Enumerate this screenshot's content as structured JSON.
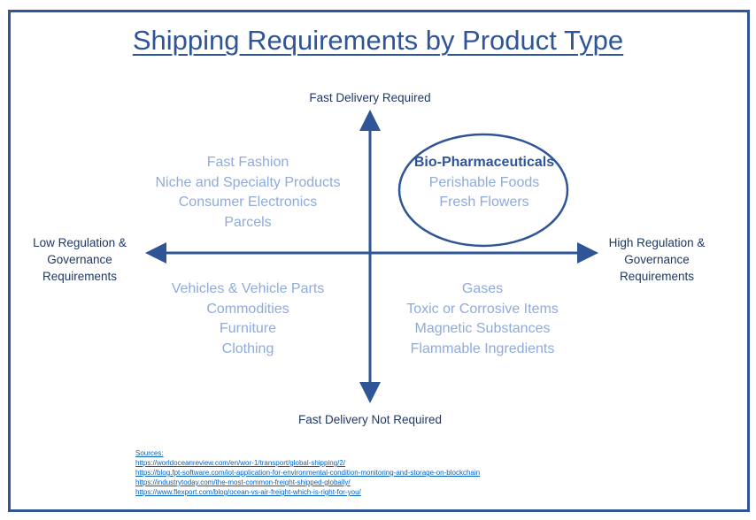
{
  "title": "Shipping Requirements by Product Type",
  "axes": {
    "top": "Fast Delivery Required",
    "bottom": "Fast Delivery Not Required",
    "left": [
      "Low Regulation &",
      "Governance",
      "Requirements"
    ],
    "right": [
      "High Regulation &",
      "Governance",
      "Requirements"
    ]
  },
  "quadrants": {
    "top_left": [
      "Fast Fashion",
      "Niche and Specialty Products",
      "Consumer Electronics",
      "Parcels"
    ],
    "top_right": [
      "Bio-Pharmaceuticals",
      "Perishable Foods",
      "Fresh Flowers"
    ],
    "bottom_left": [
      "Vehicles & Vehicle Parts",
      "Commodities",
      "Furniture",
      "Clothing"
    ],
    "bottom_right": [
      "Gases",
      "Toxic or Corrosive Items",
      "Magnetic Substances",
      "Flammable Ingredients"
    ]
  },
  "sources": {
    "label": "Sources:",
    "links": [
      "https://worldoceanreview.com/en/wor-1/transport/global-shipping/2/",
      "https://blog.fpt-software.com/iot-application-for-environmental-condition-monitoring-and-storage-on-blockchain",
      "https://industrytoday.com/the-most-common-freight-shipped-globally/",
      "https://www.flexport.com/blog/ocean-vs-air-freight-which-is-right-for-you/"
    ]
  },
  "colors": {
    "accent": "#2F5597",
    "muted": "#8FAADC"
  }
}
